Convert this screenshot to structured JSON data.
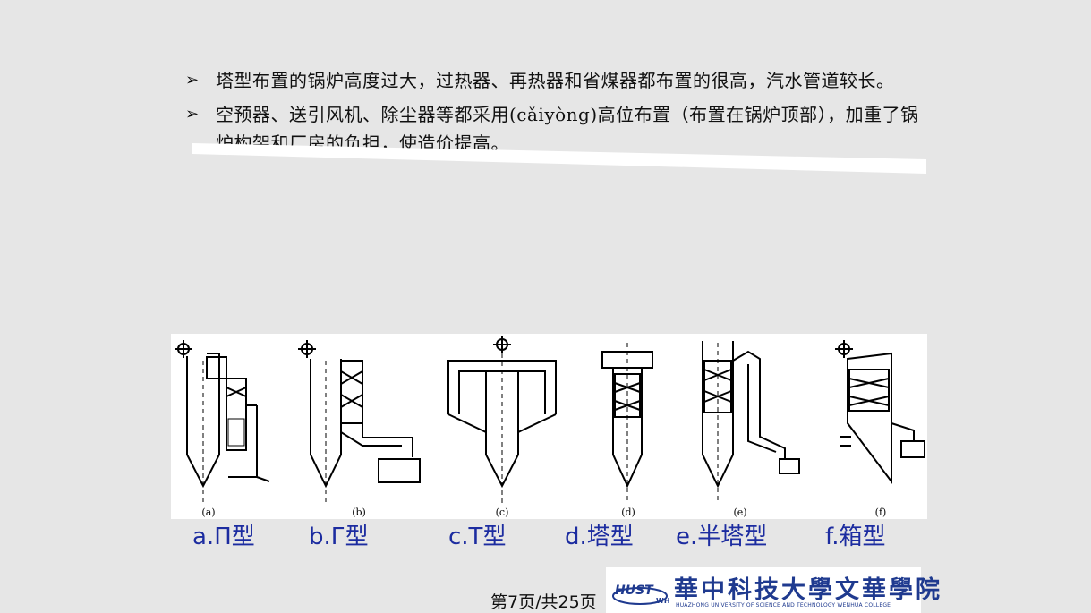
{
  "bullets": [
    {
      "marker": "➢",
      "text": "塔型布置的锅炉高度过大，过热器、再热器和省煤器都布置的很高，汽水管道较长。"
    },
    {
      "marker": "➢",
      "text": "空预器、送引风机、除尘器等都采用(cǎiyòng)高位布置（布置在锅炉顶部），加重了锅炉构架和厂房的负担，使造价提高。"
    }
  ],
  "figure": {
    "panel_labels": [
      "(a)",
      "(b)",
      "(c)",
      "(d)",
      "(e)",
      "(f)"
    ]
  },
  "captions": [
    "a.П型",
    "b.Г型",
    "c.T型",
    "d.塔型",
    "e.半塔型",
    "f.箱型"
  ],
  "footer": {
    "page_text": "第7页/共25页",
    "logo_name": "華中科技大學文華學院",
    "logo_english": "HUAZHONG UNIVERSITY OF SCIENCE AND TECHNOLOGY WENHUA COLLEGE",
    "logo_mark": "HUST WH",
    "brand_color": "#1f3a8f"
  },
  "colors": {
    "caption": "#1c2ca0",
    "background": "#e6e6e6"
  }
}
